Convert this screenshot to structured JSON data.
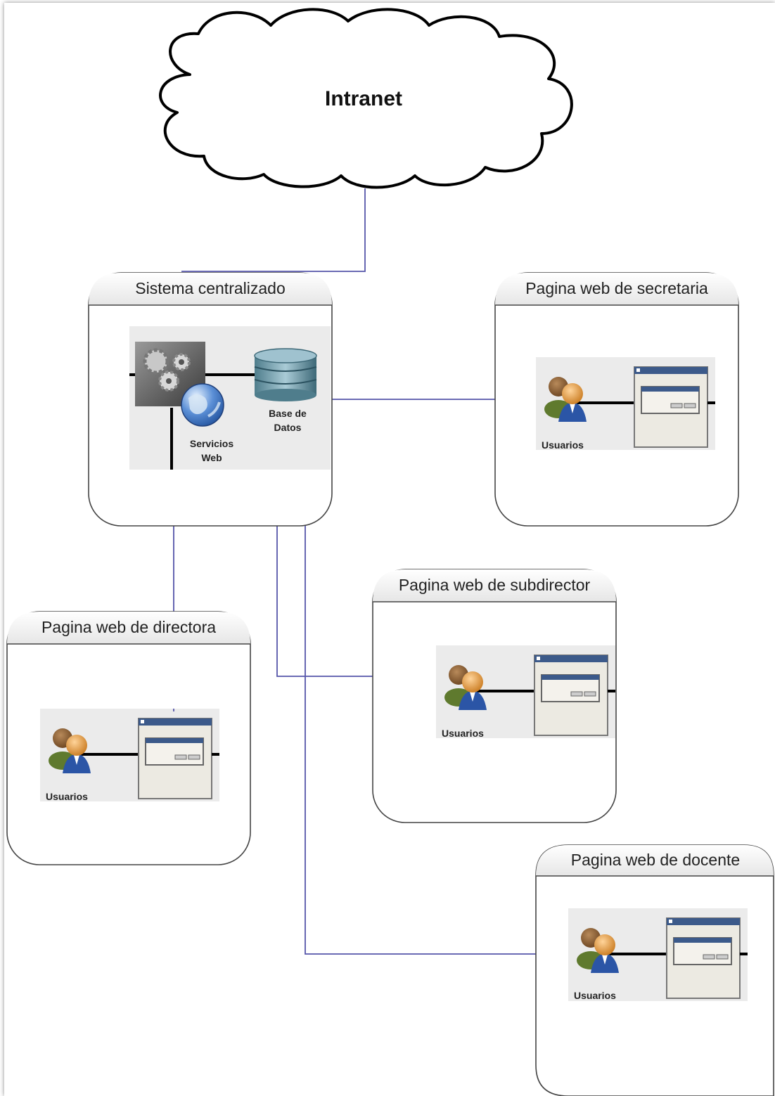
{
  "cloud": {
    "label": "Intranet"
  },
  "central": {
    "title": "Sistema centralizado",
    "services_label_1": "Servicios",
    "services_label_2": "Web",
    "db_label_1": "Base de",
    "db_label_2": "Datos"
  },
  "pages": [
    {
      "title": "Pagina web de secretaria",
      "users_label": "Usuarios"
    },
    {
      "title": "Pagina web de subdirector",
      "users_label": "Usuarios"
    },
    {
      "title": "Pagina web de directora",
      "users_label": "Usuarios"
    },
    {
      "title": "Pagina web de docente",
      "users_label": "Usuarios"
    }
  ],
  "colors": {
    "connector": "#5555aa",
    "box_border": "#444444",
    "header_fill": "#f3f3f3",
    "panel_fill": "#ebebeb"
  }
}
